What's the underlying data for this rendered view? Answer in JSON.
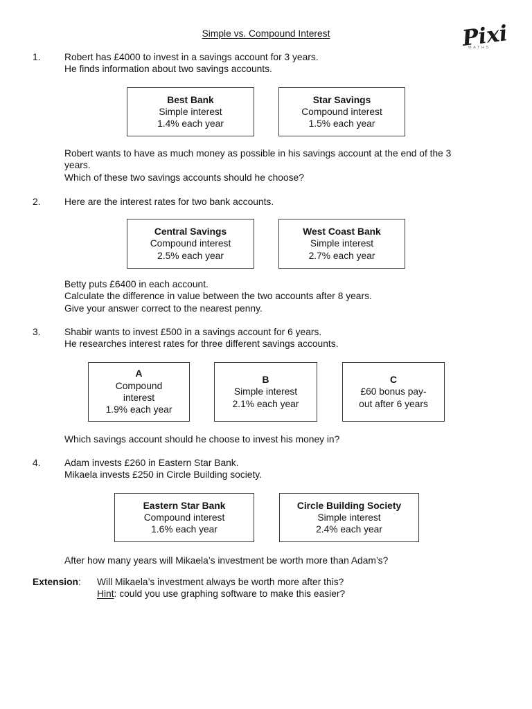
{
  "title": "Simple vs. Compound Interest",
  "logo": {
    "brand": "Pixi",
    "subtitle": "MATHS"
  },
  "questions": [
    {
      "number": "1.",
      "intro": [
        "Robert has £4000 to invest in a savings account for 3 years.",
        "He finds information about two savings accounts."
      ],
      "boxes": [
        {
          "title": "Best Bank",
          "lines": [
            "Simple interest",
            "1.4% each year"
          ]
        },
        {
          "title": "Star Savings",
          "lines": [
            "Compound interest",
            "1.5% each year"
          ]
        }
      ],
      "outro": [
        "Robert wants to have as much money as possible in his savings account at the end of the 3",
        "years.",
        "Which of these two savings accounts should he choose?"
      ]
    },
    {
      "number": "2.",
      "intro": [
        "Here are the interest rates for two bank accounts."
      ],
      "boxes": [
        {
          "title": "Central Savings",
          "lines": [
            "Compound interest",
            "2.5% each year"
          ]
        },
        {
          "title": "West Coast Bank",
          "lines": [
            "Simple interest",
            "2.7% each year"
          ]
        }
      ],
      "outro": [
        "Betty puts £6400 in each account.",
        "Calculate the difference in value between the two accounts after 8 years.",
        "Give your answer correct to the nearest penny."
      ]
    },
    {
      "number": "3.",
      "intro": [
        "Shabir wants to invest £500 in a savings account for 6 years.",
        "He researches interest rates for three different savings accounts."
      ],
      "boxes": [
        {
          "title": "A",
          "lines": [
            "Compound",
            "interest",
            "1.9% each year"
          ]
        },
        {
          "title": "B",
          "lines": [
            "Simple interest",
            "2.1% each year"
          ]
        },
        {
          "title": "C",
          "lines": [
            "£60 bonus pay-",
            "out after 6 years"
          ]
        }
      ],
      "outro": [
        "Which savings account should he choose to invest his money in?"
      ]
    },
    {
      "number": "4.",
      "intro": [
        "Adam invests £260 in Eastern Star Bank.",
        "Mikaela invests £250 in Circle Building society."
      ],
      "boxes": [
        {
          "title": "Eastern Star Bank",
          "lines": [
            "Compound interest",
            "1.6% each year"
          ]
        },
        {
          "title": "Circle Building Society",
          "lines": [
            "Simple interest",
            "2.4% each year"
          ]
        }
      ],
      "outro": [
        "After how many years will Mikaela’s investment be worth more than Adam’s?"
      ]
    }
  ],
  "extension": {
    "label": "Extension",
    "colon": ":",
    "line1": "Will Mikaela’s investment always be worth more after this?",
    "hint_label": "Hint",
    "hint_rest": ": could you use graphing software to make this easier?"
  }
}
